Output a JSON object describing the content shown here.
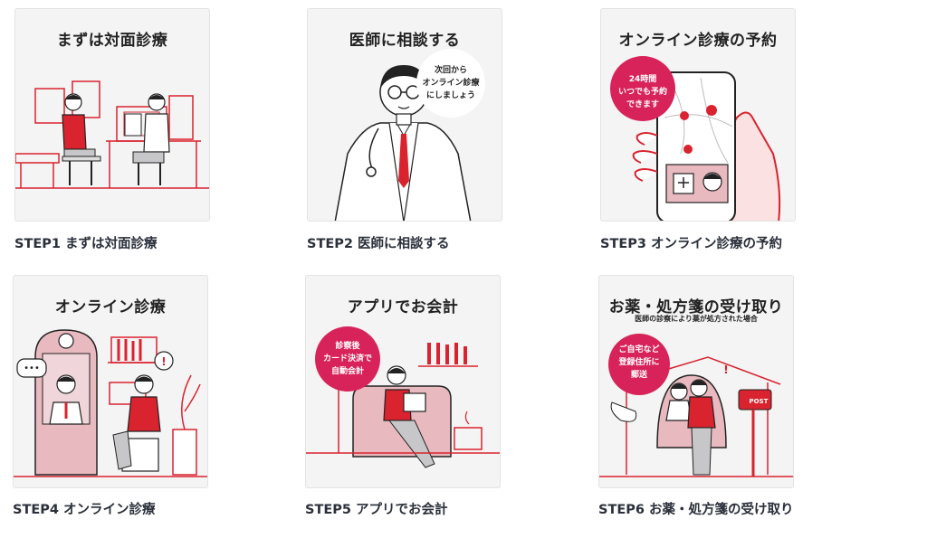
{
  "steps": [
    {
      "thumb_title": "まずは対面診療",
      "caption": "STEP1 まずは対面診療"
    },
    {
      "thumb_title": "医師に相談する",
      "caption": "STEP2 医師に相談する",
      "bubble": [
        "次回から",
        "オンライン診療",
        "にしましょう"
      ]
    },
    {
      "thumb_title": "オンライン診療の予約",
      "caption": "STEP3 オンライン診療の予約",
      "badge": [
        "24時間",
        "いつでも予約",
        "できます"
      ]
    },
    {
      "thumb_title": "オンライン診療",
      "caption": "STEP4 オンライン診療"
    },
    {
      "thumb_title": "アプリでお会計",
      "caption": "STEP5 アプリでお会計",
      "badge": [
        "診察後",
        "カード決済で",
        "自動会計"
      ]
    },
    {
      "thumb_title": "お薬・処方箋の受け取り",
      "thumb_subtitle": "医師の診察により薬が処方された場合",
      "caption": "STEP6 お薬・処方箋の受け取り",
      "badge": [
        "ご自宅など",
        "登録住所に",
        "郵送"
      ],
      "post_label": "POST"
    }
  ],
  "colors": {
    "accent": "#d9232e",
    "badge": "#d8235a",
    "pink": "#e8b9bf",
    "line": "#222222"
  }
}
